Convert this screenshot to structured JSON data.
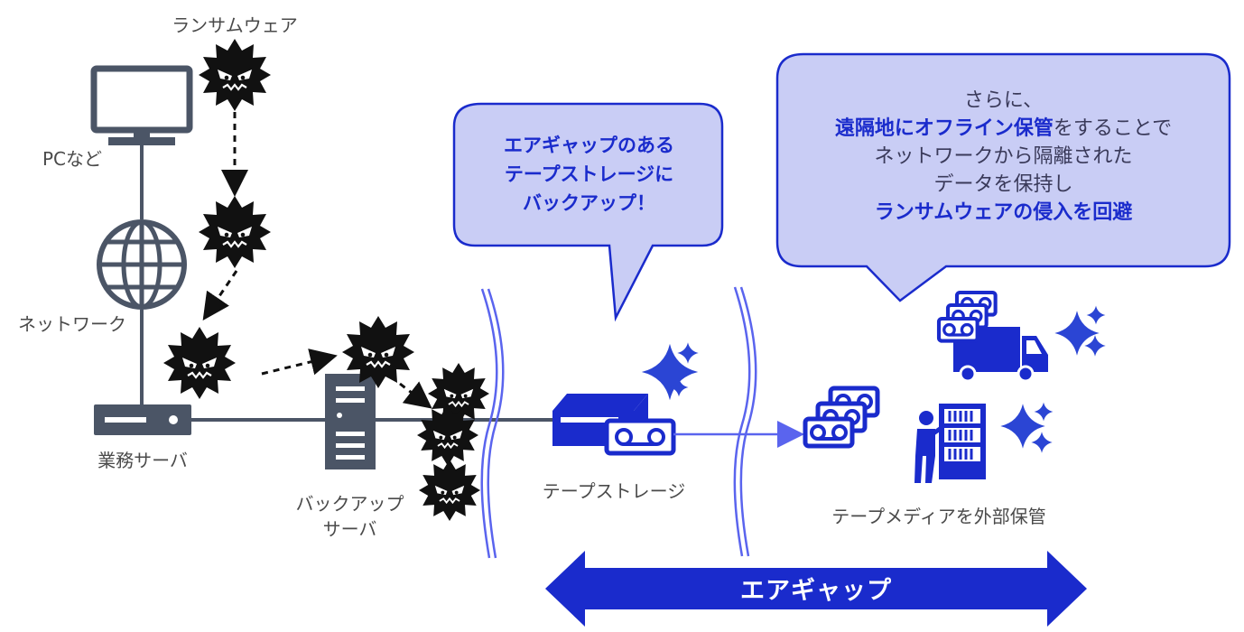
{
  "labels": {
    "ransomware": "ランサムウェア",
    "pc": "PCなど",
    "network": "ネットワーク",
    "business_server": "業務サーバ",
    "backup_server_line1": "バックアップ",
    "backup_server_line2": "サーバ",
    "tape_storage": "テープストレージ",
    "offsite": "テープメディアを外部保管"
  },
  "callout_left": {
    "line1": "エアギャップのある",
    "line2": "テープストレージに",
    "line3": "バックアップ！"
  },
  "callout_right": {
    "line1": "さらに、",
    "line2_bold": "遠隔地にオフライン保管",
    "line2_rest": "をすることで",
    "line3": "ネットワークから隔離された",
    "line4": "データを保持し",
    "line5_bold": "ランサムウェアの侵入を回避"
  },
  "airgap_label": "エアギャップ",
  "colors": {
    "accent": "#1a2bcc",
    "callout_fill": "#c9cdf5",
    "icon_gray": "#4b5566",
    "virus": "#111111",
    "link_line": "#6670ee"
  }
}
